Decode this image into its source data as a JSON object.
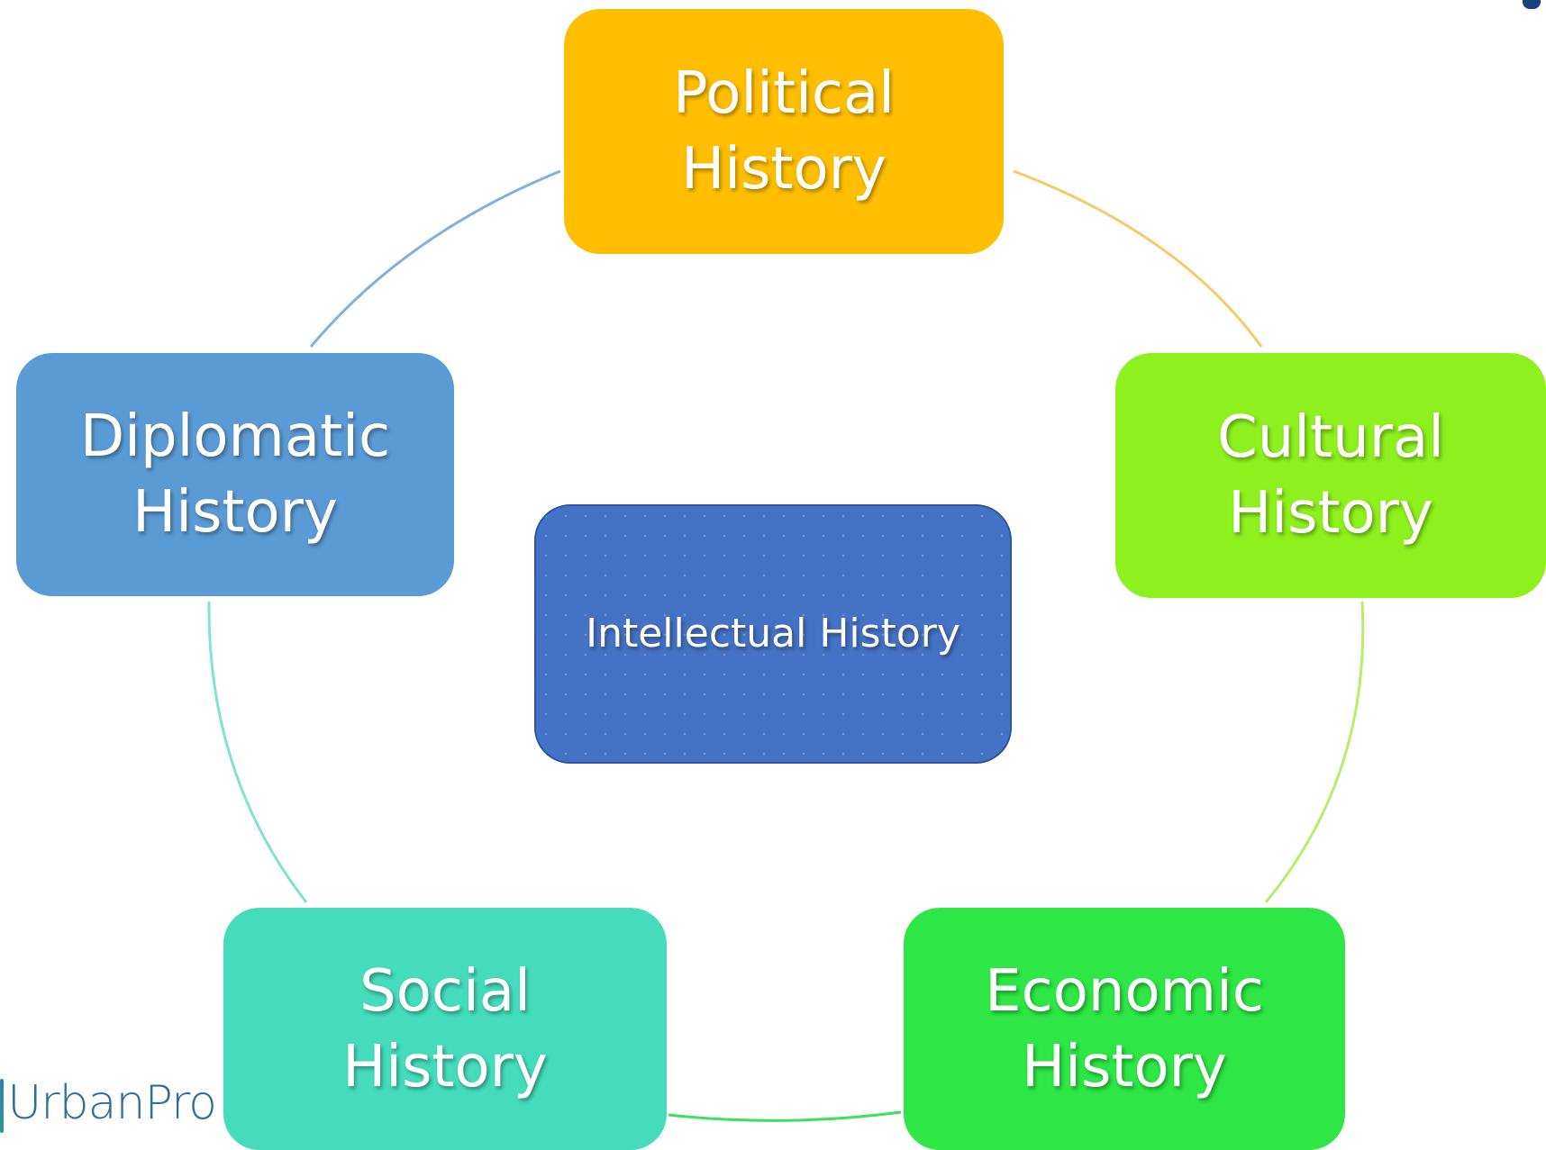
{
  "diagram": {
    "nodes": [
      {
        "id": "political",
        "label": "Political\nHistory",
        "color": "#ffbf00"
      },
      {
        "id": "cultural",
        "label": "Cultural\nHistory",
        "color": "#8ef01c"
      },
      {
        "id": "economic",
        "label": "Economic\nHistory",
        "color": "#2ee645"
      },
      {
        "id": "social",
        "label": "Social\nHistory",
        "color": "#45dcbc"
      },
      {
        "id": "diplomatic",
        "label": "Diplomatic\nHistory",
        "color": "#5b9bd5"
      }
    ],
    "center": {
      "id": "intellectual",
      "label": "Intellectual History",
      "color": "#4472c4"
    },
    "connector_colors": [
      "#f7c96a",
      "#b6ee6c",
      "#3ee05a",
      "#7fe3d0",
      "#7fb0de"
    ]
  },
  "logo": {
    "text": "UrbanPro"
  }
}
